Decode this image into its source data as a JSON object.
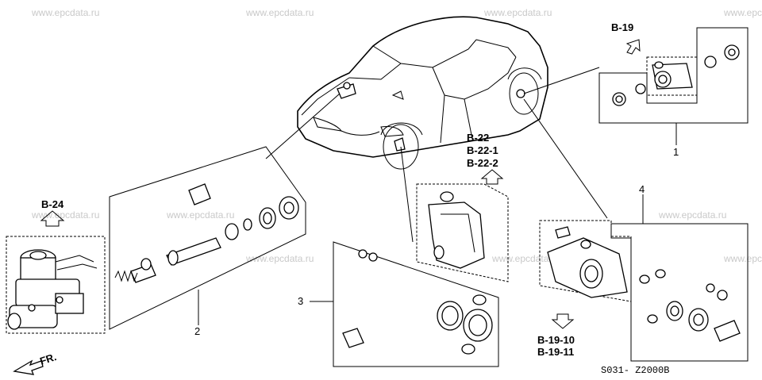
{
  "watermark": "www.epcdata.ru",
  "watermark_short": "www.epc",
  "refs": {
    "b24": "B-24",
    "b19": "B-19",
    "b22": "B-22",
    "b22_1": "B-22-1",
    "b22_2": "B-22-2",
    "b19_10": "B-19-10",
    "b19_11": "B-19-11"
  },
  "part_numbers": {
    "p1": "1",
    "p2": "2",
    "p3": "3",
    "p4": "4"
  },
  "direction_label": "FR.",
  "diagram_code": "S031- Z2000B"
}
